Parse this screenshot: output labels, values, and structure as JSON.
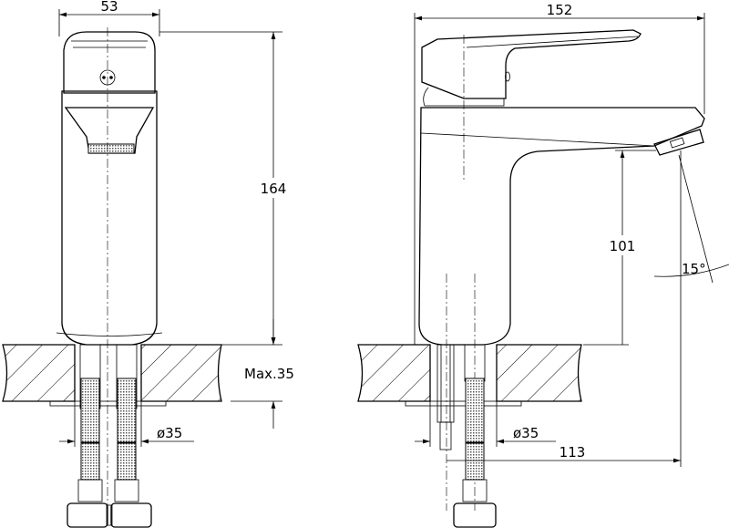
{
  "title": "Basin faucet dimensional drawing",
  "front_view": {
    "width_label": "53",
    "height_label": "164",
    "deck_label": "Max.35",
    "hole_label": "ø35"
  },
  "side_view": {
    "length_label": "152",
    "spout_height_label": "101",
    "angle_label": "15°",
    "reach_label": "113",
    "hole_label": "ø35"
  }
}
